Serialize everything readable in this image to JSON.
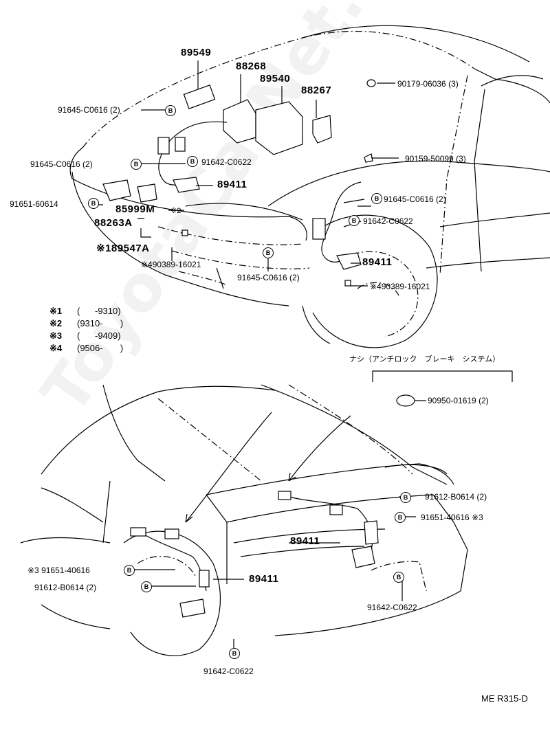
{
  "diagram": {
    "front_labels": {
      "p89549": "89549",
      "p88268": "88268",
      "p89540": "89540",
      "p88267": "88267",
      "p90179": "90179-06036 (3)",
      "p91645a": "91645-C0616 (2)",
      "p91645b": "91645-C0616 (2)",
      "p91642a": "91642-C0622",
      "p90159": "90159-50099 (3)",
      "p89411a": "89411",
      "p91651a": "91651-60614",
      "p85999": "85999M",
      "p88263": "88263A",
      "p89547": "※189547A",
      "p90389a": "※490389-16021",
      "p91645c": "91645-C0616 (2)",
      "p91642b": "91642-C0622",
      "p89411b": "89411",
      "p90389b": "※490389-16021",
      "p91645d": "91645-C0616 (2)",
      "star2": "※2"
    },
    "legend": [
      {
        "key": "※1",
        "range": "(      -9310)"
      },
      {
        "key": "※2",
        "range": "(9310-       )"
      },
      {
        "key": "※3",
        "range": "(      -9409)"
      },
      {
        "key": "※4",
        "range": "(9506-       )"
      }
    ],
    "rear_labels": {
      "note": "ナシ（アンチロック　ブレーキ　システム）",
      "p90950": "90950-01619 (2)",
      "p91612a": "91612-B0614 (2)",
      "p91651b": "91651-40616 ※3",
      "p89411c": "89411",
      "p91651c": "※3 91651-40616",
      "p89411d": "89411",
      "p91612b": "91612-B0614 (2)",
      "p91642c": "91642-C0622",
      "p91642d": "91642-C0622"
    },
    "bolt_mark": "B",
    "code": "ME R315-D",
    "watermark": "ToyotaCarNet.ru"
  }
}
